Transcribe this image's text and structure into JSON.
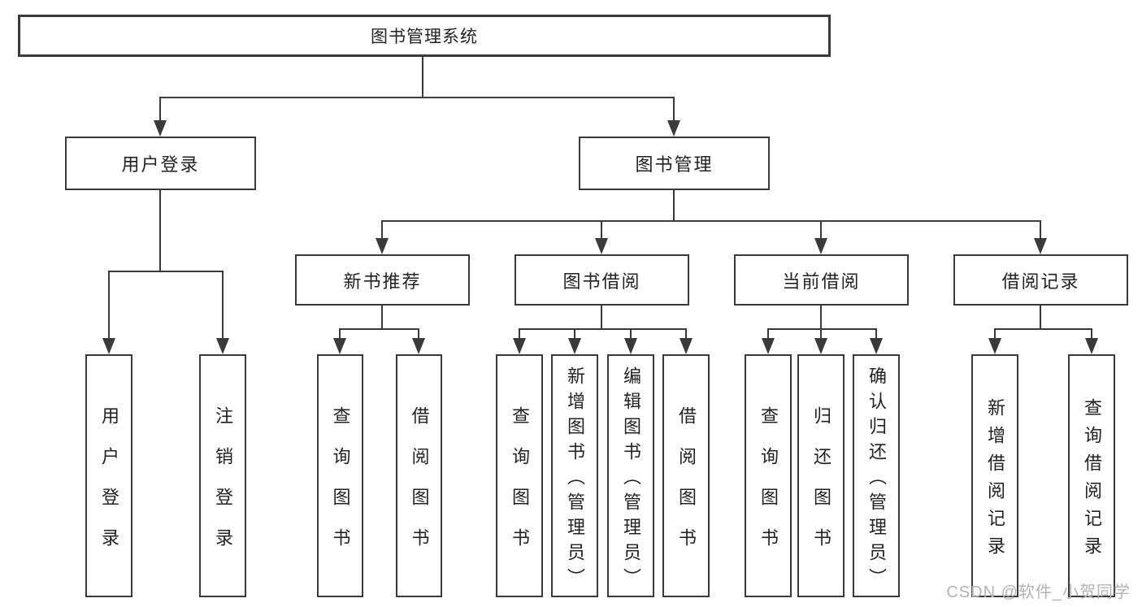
{
  "tree": {
    "root": {
      "label": "图书管理系统"
    },
    "level2": [
      {
        "label": "用户登录",
        "children": [
          {
            "label": "用户登录"
          },
          {
            "label": "注销登录"
          }
        ]
      },
      {
        "label": "图书管理",
        "children": [
          {
            "label": "新书推荐",
            "children": [
              {
                "label": "查询图书"
              },
              {
                "label": "借阅图书"
              }
            ]
          },
          {
            "label": "图书借阅",
            "children": [
              {
                "label": "查询图书"
              },
              {
                "label": "新增图书（管理员）"
              },
              {
                "label": "编辑图书（管理员）"
              },
              {
                "label": "借阅图书"
              }
            ]
          },
          {
            "label": "当前借阅",
            "children": [
              {
                "label": "查询图书"
              },
              {
                "label": "归还图书"
              },
              {
                "label": "确认归还（管理员）"
              }
            ]
          },
          {
            "label": "借阅记录",
            "children": [
              {
                "label": "新增借阅记录"
              },
              {
                "label": "查询借阅记录"
              }
            ]
          }
        ]
      }
    ]
  },
  "watermark": {
    "text": "CSDN @软件_小贺同学"
  },
  "colors": {
    "line": "#3a3a3a",
    "text": "#222222",
    "watermark": "#b3b3b3",
    "background": "#ffffff"
  }
}
